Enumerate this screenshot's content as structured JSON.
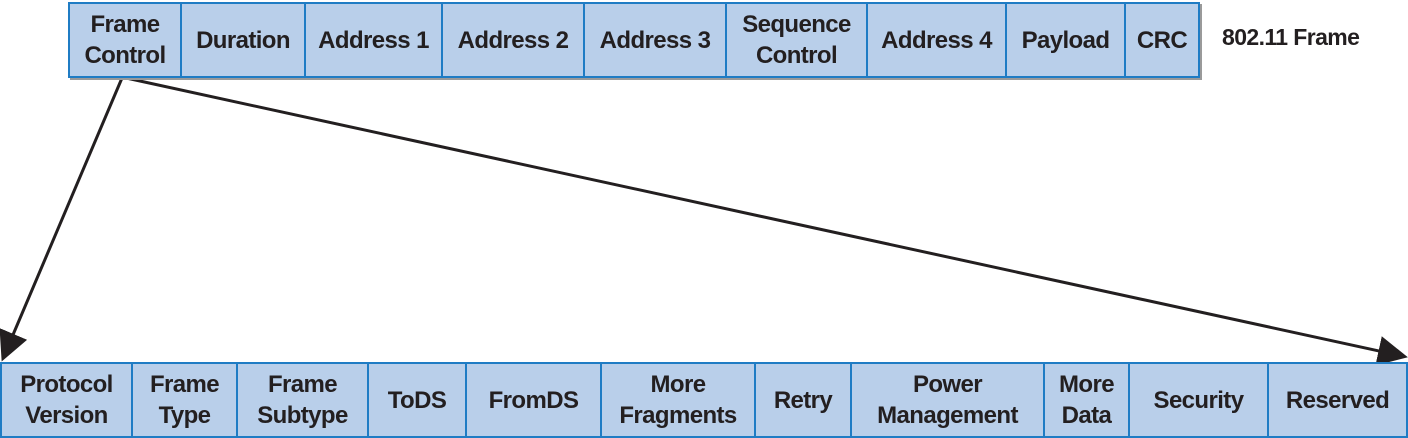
{
  "frame": {
    "label": "802.11 Frame",
    "fields": [
      "Frame\nControl",
      "Duration",
      "Address 1",
      "Address 2",
      "Address 3",
      "Sequence\nControl",
      "Address 4",
      "Payload",
      "CRC"
    ]
  },
  "frame_control": {
    "fields": [
      "Protocol\nVersion",
      "Frame\nType",
      "Frame\nSubtype",
      "ToDS",
      "FromDS",
      "More\nFragments",
      "Retry",
      "Power\nManagement",
      "More\nData",
      "Security",
      "Reserved"
    ]
  },
  "colors": {
    "fill": "#b9cfea",
    "border": "#1f7cc4",
    "text": "#231f20"
  }
}
